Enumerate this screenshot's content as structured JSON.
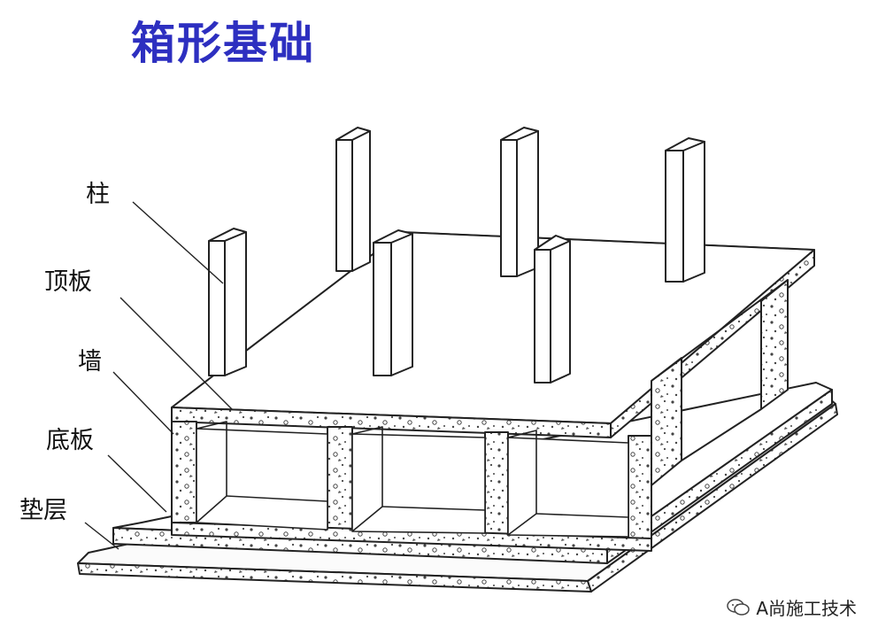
{
  "title": "箱形基础",
  "labels": {
    "column": "柱",
    "top_slab": "顶板",
    "wall": "墙",
    "bottom_slab": "底板",
    "cushion": "垫层"
  },
  "watermark": {
    "text": "A尚施工技术",
    "icon": "wechat-icon"
  },
  "colors": {
    "title": "#2d2fc0",
    "line": "#222222"
  }
}
